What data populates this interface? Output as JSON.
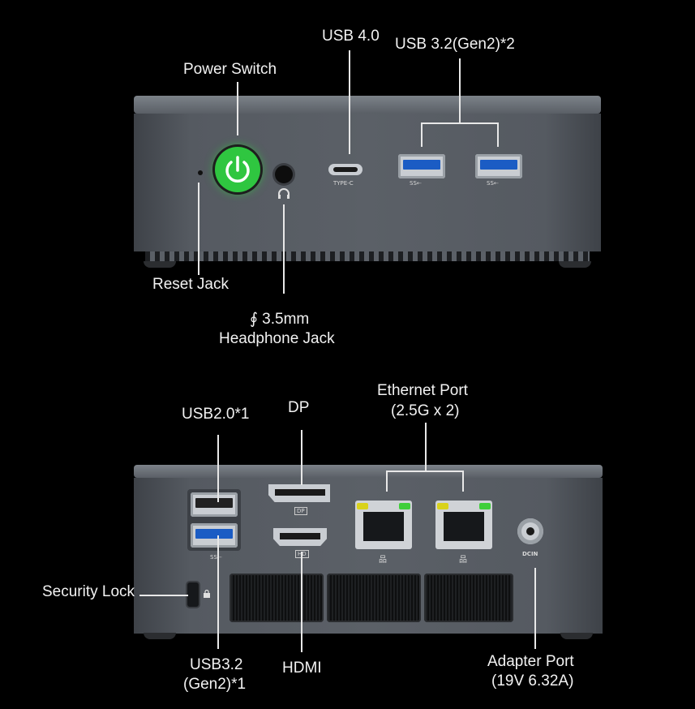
{
  "labels": {
    "power_switch": "Power Switch",
    "usb4": "USB 4.0",
    "usb32_gen2_x2": "USB 3.2(Gen2)*2",
    "reset_jack": "Reset Jack",
    "headphone_line1": "∮ 3.5mm",
    "headphone_line2": "Headphone Jack",
    "usb20": "USB2.0*1",
    "dp": "DP",
    "ethernet_line1": "Ethernet Port",
    "ethernet_line2": "(2.5G x 2)",
    "security_lock": "Security Lock",
    "usb32_line1": "USB3.2",
    "usb32_line2": "(Gen2)*1",
    "hdmi": "HDMI",
    "adapter_line1": "Adapter Port",
    "adapter_line2": "(19V 6.32A)"
  },
  "port_markings": {
    "type_c": "TYPE-C",
    "ss_usb": "SS⇠",
    "dp": "DP",
    "hd": "HD",
    "dcin": "DCIN",
    "lan": "品"
  },
  "colors": {
    "power_button": "#2fc640",
    "usb3_blue": "#1b5cc4",
    "led_yellow": "#d9d21c",
    "led_green": "#3fcf3a"
  }
}
